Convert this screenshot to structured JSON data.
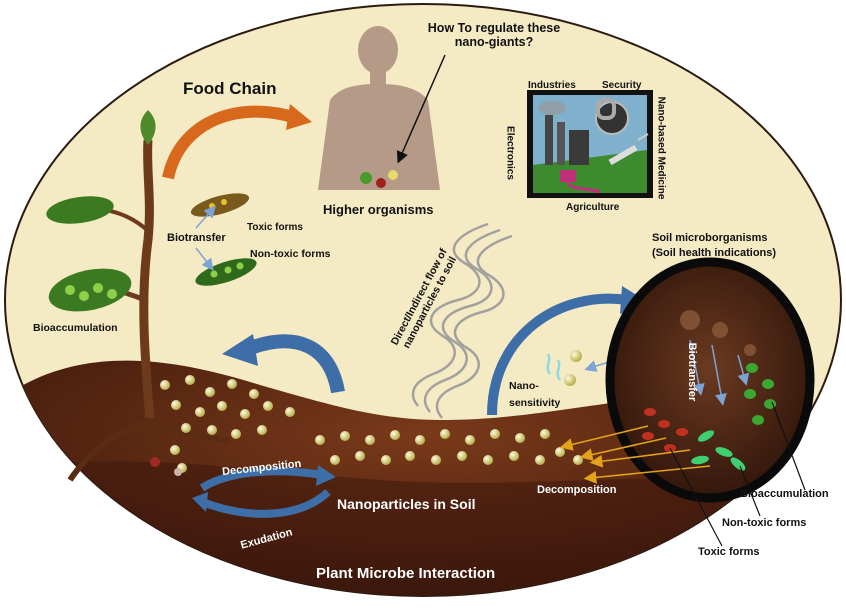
{
  "diagram": {
    "food_chain": "Food Chain",
    "regulate_question": "How To regulate these nano-giants?",
    "higher_organisms": "Higher organisms",
    "panel": {
      "industries": "Industries",
      "security": "Security",
      "electronics": "Electronics",
      "nano_medicine": "Nano-based Medicine",
      "agriculture": "Agriculture"
    },
    "plant": {
      "toxic_forms": "Toxic forms",
      "biotransfer": "Biotransfer",
      "non_toxic_forms": "Non-toxic forms",
      "bioaccumulation": "Bioaccumulation"
    },
    "flow": "Direct/Indirect flow of nanoparticles to soil",
    "soil_microorganisms": "Soil microborganisms",
    "soil_health": "(Soil health indications)",
    "nano": "Nano-",
    "sensitivity": "sensitivity",
    "microbe": {
      "biotransfer": "Biotransfer",
      "bioaccumulation": "Bioaccumulation",
      "non_toxic_forms": "Non-toxic forms",
      "toxic_forms": "Toxic forms"
    },
    "decomposition_left": "Decomposition",
    "exudation": "Exudation",
    "nanoparticles_in_soil": "Nanoparticles in Soil",
    "decomposition_right": "Decomposition",
    "plant_microbe_interaction": "Plant Microbe Interaction",
    "colors": {
      "background_ellipse": "#f4eac3",
      "soil_dark": "#4a1e10",
      "soil_mid": "#6e3418",
      "arrow_blue": "#3d6ea8",
      "arrow_orange": "#d8681c",
      "leaf_green": "#3c7a22",
      "nanoparticle": "#d8cf78",
      "microbe_green": "#3aa832"
    },
    "icons": [
      "human-figure",
      "industry-icon",
      "padlock-icon",
      "syringe-icon",
      "plug-icon",
      "plant-icon",
      "spiral-flow-icon"
    ]
  }
}
